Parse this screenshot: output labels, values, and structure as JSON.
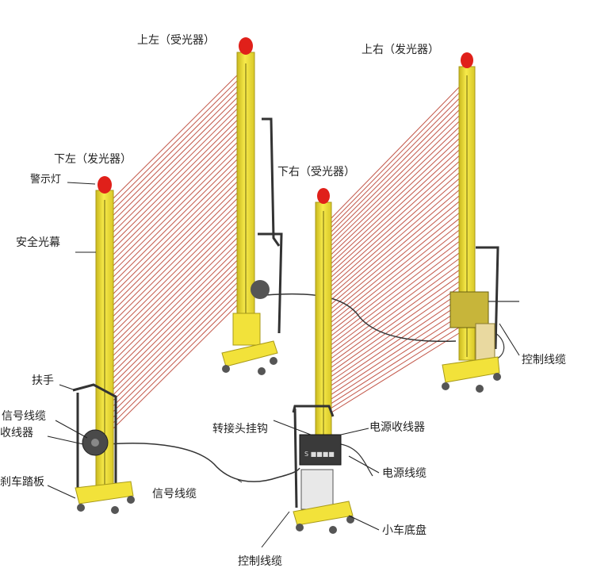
{
  "labels": {
    "top_left": "上左（受光器）",
    "top_right": "上右（发光器）",
    "bottom_left": "下左（发光器）",
    "bottom_right": "下右（受光器）",
    "warning_lamp": "警示灯",
    "safety_curtain": "安全光幕",
    "handle": "扶手",
    "signal_cable_reel": "信号线缆",
    "reel_fragment": "收线器",
    "brake_pedal": "刹车踏板",
    "signal_cable": "信号线缆",
    "adapter_hook": "转接头挂钩",
    "power_reel": "电源收线器",
    "power_cable": "电源线缆",
    "cart_chassis": "小车底盘",
    "control_cable_bottom": "控制线缆",
    "control_cable_right": "控制线缆"
  },
  "colors": {
    "pole_yellow": "#f2e23a",
    "pole_shadow": "#c9b81e",
    "lamp_red": "#e0201a",
    "hatch_red": "#b83a2a",
    "cable": "#333333"
  }
}
